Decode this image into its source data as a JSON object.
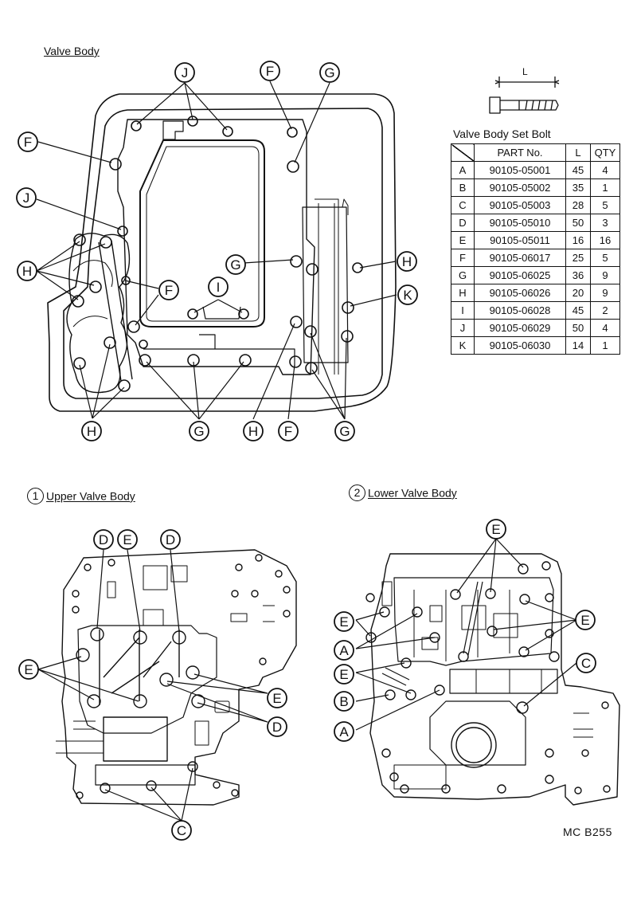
{
  "title_main": "Valve Body",
  "upper": {
    "num": "1",
    "label": "Upper Valve Body"
  },
  "lower": {
    "num": "2",
    "label": "Lower Valve Body"
  },
  "bolt_icon_label": "L",
  "table": {
    "title": "Valve Body Set Bolt",
    "headers": [
      "",
      "PART No.",
      "L",
      "QTY"
    ],
    "rows": [
      [
        "A",
        "90105-05001",
        "45",
        "4"
      ],
      [
        "B",
        "90105-05002",
        "35",
        "1"
      ],
      [
        "C",
        "90105-05003",
        "28",
        "5"
      ],
      [
        "D",
        "90105-05010",
        "50",
        "3"
      ],
      [
        "E",
        "90105-05011",
        "16",
        "16"
      ],
      [
        "F",
        "90105-06017",
        "25",
        "5"
      ],
      [
        "G",
        "90105-06025",
        "36",
        "9"
      ],
      [
        "H",
        "90105-06026",
        "20",
        "9"
      ],
      [
        "I",
        "90105-06028",
        "45",
        "2"
      ],
      [
        "J",
        "90105-06029",
        "50",
        "4"
      ],
      [
        "K",
        "90105-06030",
        "14",
        "1"
      ]
    ]
  },
  "callouts": {
    "valve_body": [
      "J",
      "F",
      "G",
      "F",
      "J",
      "H",
      "F",
      "I",
      "G",
      "H",
      "K",
      "H",
      "G",
      "H",
      "F",
      "G"
    ],
    "upper_valve_body": [
      "D",
      "E",
      "D",
      "E",
      "E",
      "D",
      "C"
    ],
    "lower_valve_body": [
      "E",
      "E",
      "E",
      "A",
      "C",
      "E",
      "B",
      "A"
    ]
  },
  "drawing_code": "MC  B255"
}
